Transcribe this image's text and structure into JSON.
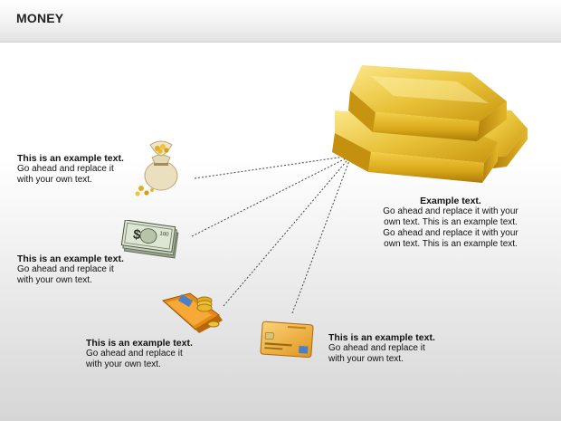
{
  "header": {
    "title": "MONEY"
  },
  "items": [
    {
      "heading": "This is an example text.",
      "line1": "Go ahead and replace it",
      "line2": "with your own text."
    },
    {
      "heading": "This is an example text.",
      "line1": "Go ahead and replace it",
      "line2": "with your own text."
    },
    {
      "heading": "This is an example text.",
      "line1": "Go ahead and replace it",
      "line2": "with your own text."
    },
    {
      "heading": "This is an example text.",
      "line1": "Go ahead and replace it",
      "line2": "with your own text."
    }
  ],
  "main": {
    "heading": "Example text.",
    "lines": [
      "Go ahead and replace it with your",
      "own text. This is an example text.",
      "Go ahead and replace it with your",
      "own text. This is an example text."
    ]
  },
  "icons": [
    "money-bag-icon",
    "banknotes-icon",
    "wallet-icon",
    "credit-card-icon",
    "gold-bars-icon"
  ],
  "colors": {
    "gold": "#e0b422",
    "gold_light": "#f7dd6a",
    "gold_dark": "#9c7209",
    "line": "#444444"
  }
}
